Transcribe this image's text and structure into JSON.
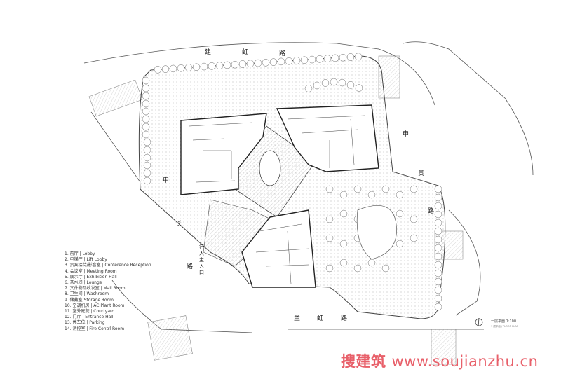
{
  "roads": {
    "top": [
      "建",
      "虹",
      "路"
    ],
    "right": [
      "申",
      "贵",
      "路"
    ],
    "left": [
      "申",
      "长",
      "路"
    ],
    "bottom": [
      "兰",
      "虹",
      "路"
    ]
  },
  "entrance_label": "行人主入口",
  "legend": [
    "1. 前厅 | Lobby",
    "2. 电梯厅 | Lift Lobby",
    "3. 贵宾接待/影音室 | Conference Reception",
    "4. 会议室 | Meeting Room",
    "5. 展示厅 | Exhibition Hall",
    "6. 茶水间 | Lounge",
    "7. 文件物品收发室 | Mail Room",
    "8. 卫生间 | Washroom",
    "9. 储藏室 Storage Room",
    "10. 空调机房 | AC Plant Room",
    "11. 室外庭院 | Courtyard",
    "12. 门厅 | Entrance Hall",
    "13. 停车位 | Parking",
    "14. 消控室 | Fire Contrl Room"
  ],
  "scale": {
    "title": "一层平面 1:100",
    "subtitle": "1 层平面 / FLOOR PLAN"
  },
  "watermark": {
    "cn": "搜建筑",
    "url": "www.soujianzhu.cn"
  },
  "colors": {
    "line": "#333333",
    "watermark": "#e8606a"
  }
}
